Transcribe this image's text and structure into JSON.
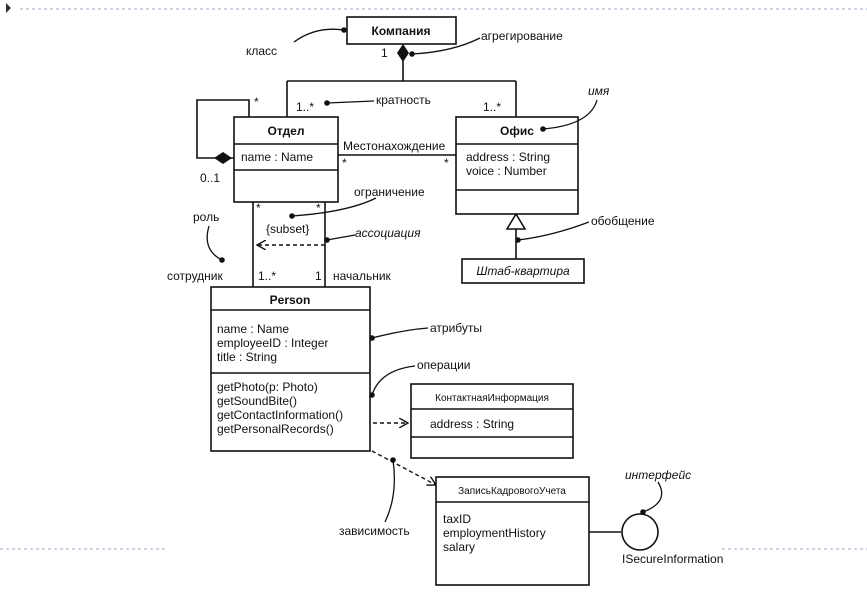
{
  "classes": {
    "company": {
      "name": "Компания"
    },
    "department": {
      "name": "Отдел",
      "attributes": [
        "name : Name"
      ]
    },
    "office": {
      "name": "Офис",
      "attributes": [
        "address : String",
        "voice : Number"
      ]
    },
    "hq": {
      "name": "Штаб-квартира"
    },
    "person": {
      "name": "Person",
      "attributes": [
        "name : Name",
        "employeeID : Integer",
        "title : String"
      ],
      "operations": [
        "getPhoto(p: Photo)",
        "getSoundBite()",
        "getContactInformation()",
        "getPersonalRecords()"
      ]
    },
    "contact": {
      "name": "КонтактнаяИнформация",
      "attributes": [
        "address : String"
      ]
    },
    "hr": {
      "name": "ЗаписьКадровогоУчета",
      "attributes": [
        "taxID",
        "employmentHistory",
        "salary"
      ]
    }
  },
  "interface": {
    "name": "ISecureInformation"
  },
  "multiplicities": {
    "company_one": "1",
    "dept_many": "1..*",
    "office_many": "1..*",
    "self_many": "*",
    "self_opt": "0..1",
    "loc_dept": "*",
    "loc_office": "*",
    "dept_member_a": "*",
    "dept_member_b": "*",
    "person_many": "1..*",
    "person_one": "1"
  },
  "labels": {
    "location": "Местонахождение",
    "subset": "{subset}",
    "employee": "сотрудник",
    "boss": "начальник"
  },
  "annotations": {
    "class": "класс",
    "aggregation": "агрегирование",
    "multiplicity": "кратность",
    "name": "имя",
    "constraint": "ограничение",
    "role": "роль",
    "association": "ассоциация",
    "generalization": "обобщение",
    "attributes": "атрибуты",
    "operations": "операции",
    "dependency": "зависимость",
    "interface": "интерфейс"
  }
}
